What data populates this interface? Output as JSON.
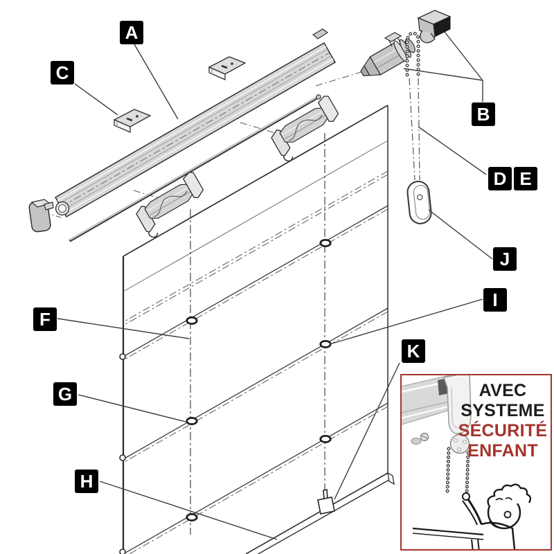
{
  "callouts": {
    "a": "A",
    "b": "B",
    "c": "C",
    "d": "D",
    "e": "E",
    "f": "F",
    "g": "G",
    "h": "H",
    "i": "I",
    "j": "J",
    "k": "K"
  },
  "inset": {
    "title_line1": "AVEC",
    "title_line2": "SYSTEME",
    "title_line3": "SÉCURITÉ",
    "title_line4": "ENFANT",
    "text_color_primary": "#1d1d1b",
    "text_color_accent": "#a5332b",
    "border_color": "#a5332b"
  },
  "colors": {
    "background": "#ffffff",
    "line_work": "#3b3b3b",
    "callout_background": "#000000",
    "callout_text": "#ffffff",
    "metal_gray": "#d6d6d6"
  }
}
